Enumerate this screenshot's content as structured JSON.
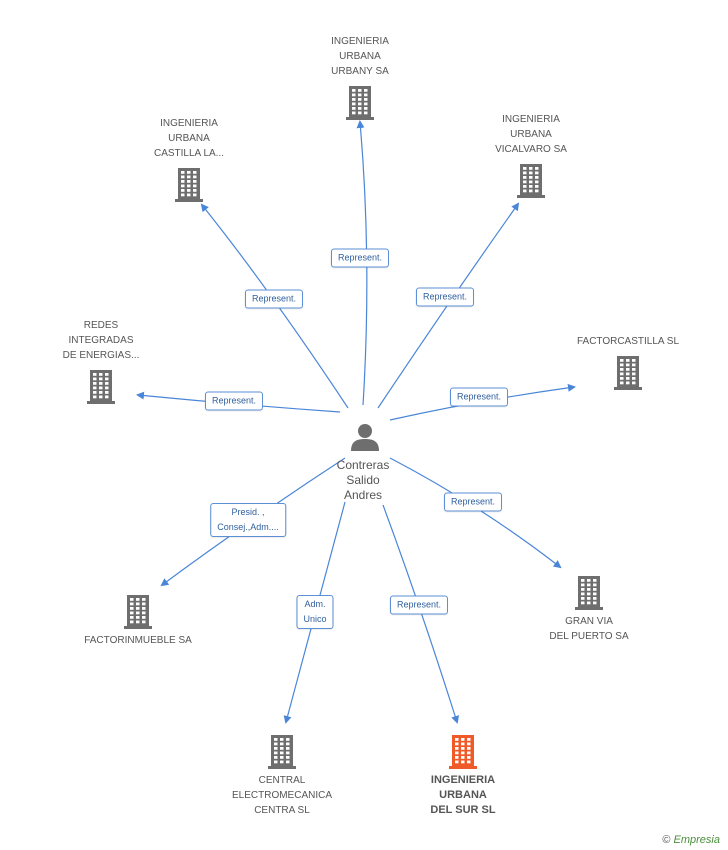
{
  "center_person": {
    "name_lines": [
      "Contreras",
      "Salido",
      "Andres"
    ],
    "icon": "person-icon"
  },
  "companies": [
    {
      "id": "urbany",
      "name_lines": [
        "INGENIERIA",
        "URBANA",
        "URBANY SA"
      ],
      "highlight": false
    },
    {
      "id": "castilla",
      "name_lines": [
        "INGENIERIA",
        "URBANA",
        "CASTILLA LA..."
      ],
      "highlight": false
    },
    {
      "id": "vicalvaro",
      "name_lines": [
        "INGENIERIA",
        "URBANA",
        "VICALVARO SA"
      ],
      "highlight": false
    },
    {
      "id": "redes",
      "name_lines": [
        "REDES",
        "INTEGRADAS",
        "DE ENERGIAS..."
      ],
      "highlight": false
    },
    {
      "id": "factorcastilla",
      "name_lines": [
        "FACTORCASTILLA SL"
      ],
      "highlight": false
    },
    {
      "id": "factorinmueble",
      "name_lines": [
        "FACTORINMUEBLE SA"
      ],
      "highlight": false
    },
    {
      "id": "granvia",
      "name_lines": [
        "GRAN VIA",
        "DEL PUERTO SA"
      ],
      "highlight": false
    },
    {
      "id": "central",
      "name_lines": [
        "CENTRAL",
        "ELECTROMECANICA",
        "CENTRA SL"
      ],
      "highlight": false
    },
    {
      "id": "delsur",
      "name_lines": [
        "INGENIERIA",
        "URBANA",
        "DEL SUR SL"
      ],
      "highlight": true
    }
  ],
  "relations": [
    {
      "target": "urbany",
      "label_lines": [
        "Represent."
      ]
    },
    {
      "target": "castilla",
      "label_lines": [
        "Represent."
      ]
    },
    {
      "target": "vicalvaro",
      "label_lines": [
        "Represent."
      ]
    },
    {
      "target": "redes",
      "label_lines": [
        "Represent."
      ]
    },
    {
      "target": "factorcastilla",
      "label_lines": [
        "Represent."
      ]
    },
    {
      "target": "factorinmueble",
      "label_lines": [
        "Presid. ,",
        "Consej.,Adm...."
      ]
    },
    {
      "target": "granvia",
      "label_lines": [
        "Represent."
      ]
    },
    {
      "target": "central",
      "label_lines": [
        "Adm.",
        "Unico"
      ]
    },
    {
      "target": "delsur",
      "label_lines": [
        "Represent."
      ]
    }
  ],
  "colors": {
    "edge": "#4a86d8",
    "building": "#6e6e6e",
    "building_highlight": "#f05a28",
    "label_border": "#5b8fd6"
  },
  "footer": {
    "copyright_symbol": "©",
    "brand": "Empresia"
  }
}
